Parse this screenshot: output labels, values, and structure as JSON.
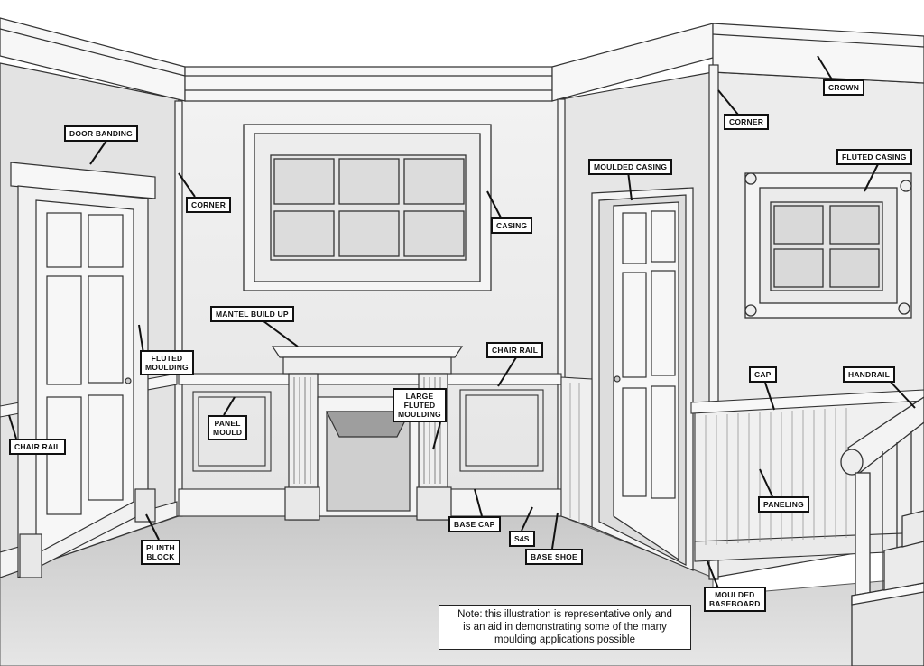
{
  "labels": {
    "door_banding": "DOOR BANDING",
    "corner_left": "CORNER",
    "casing": "CASING",
    "moulded_casing": "MOULDED CASING",
    "corner_right": "CORNER",
    "crown": "CROWN",
    "fluted_casing": "FLUTED CASING",
    "mantel_build_up": "MANTEL BUILD UP",
    "chair_rail_center": "CHAIR RAIL",
    "fluted_moulding": [
      "FLUTED",
      "MOULDING"
    ],
    "panel_mould": [
      "PANEL",
      "MOULD"
    ],
    "large_fluted_moulding": [
      "LARGE",
      "FLUTED",
      "MOULDING"
    ],
    "chair_rail_left": "CHAIR RAIL",
    "cap": "CAP",
    "handrail": "HANDRAIL",
    "paneling": "PANELING",
    "plinth_block": [
      "PLINTH",
      "BLOCK"
    ],
    "base_cap": "BASE CAP",
    "s4s": "S4S",
    "base_shoe": "BASE SHOE",
    "moulded_baseboard": [
      "MOULDED",
      "BASEBOARD"
    ]
  },
  "note": [
    "Note: this illustration is representative only and",
    "is an aid in demonstrating some of the many",
    "moulding applications possible"
  ]
}
